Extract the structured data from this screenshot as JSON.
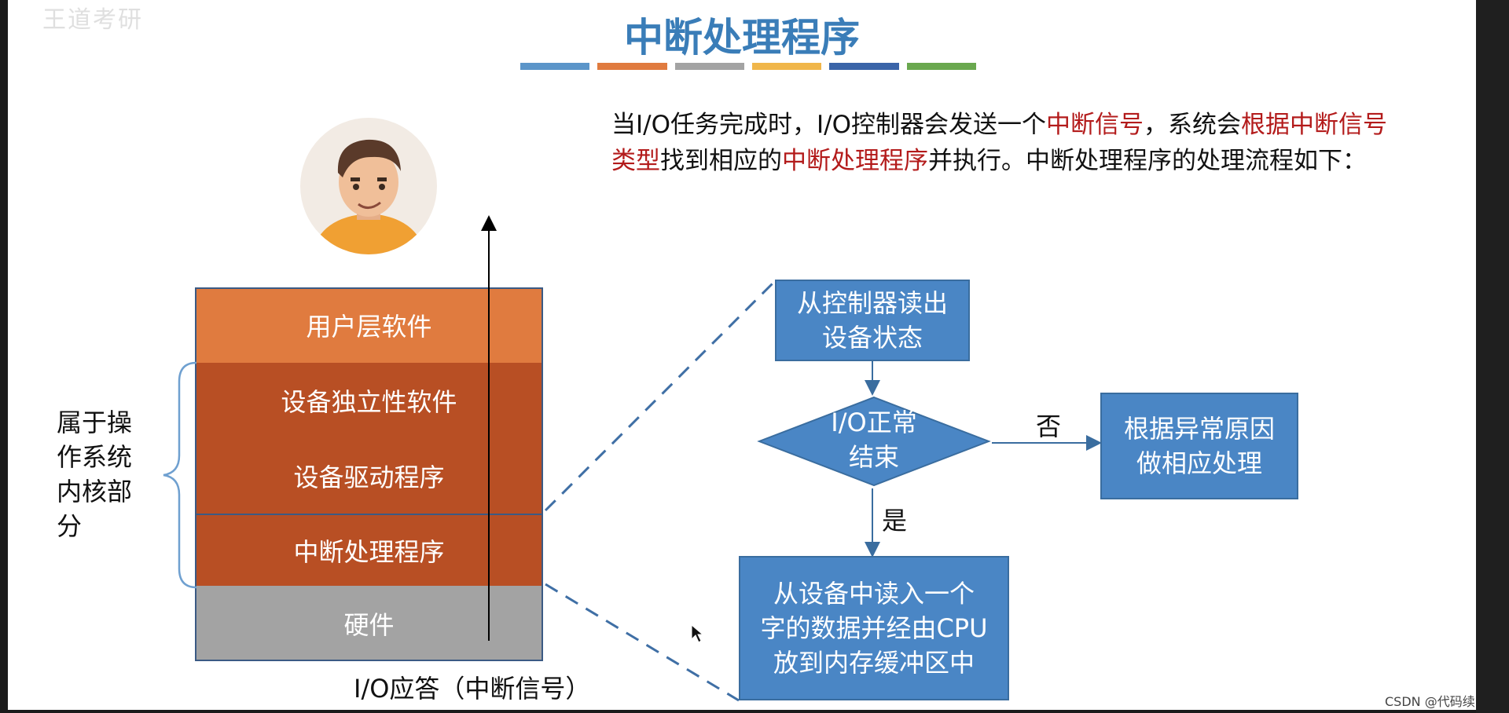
{
  "watermark": "王道考研",
  "title": "中断处理程序",
  "color_bars": [
    "#5b95c9",
    "#e07b3f",
    "#a3a3a3",
    "#f0b64a",
    "#3a64a8",
    "#6aa84f"
  ],
  "intro": {
    "p1": "当I/O任务完成时，I/O控制器会发送一个",
    "hl1": "中断信号",
    "p2": "，系统会",
    "hl2": "根据中断信号类型",
    "p3": "找到相应的",
    "hl3": "中断处理程序",
    "p4": "并执行。中断处理程序的处理流程如下："
  },
  "stack": {
    "user_layer": "用户层软件",
    "device_independent": "设备独立性软件",
    "device_driver": "设备驱动程序",
    "interrupt_handler": "中断处理程序",
    "hardware": "硬件"
  },
  "kernel_label": [
    "属于操",
    "作系统",
    "内核部",
    "分"
  ],
  "io_response": "I/O应答（中断信号）",
  "flow": {
    "step1": [
      "从控制器读出",
      "设备状态"
    ],
    "decision": [
      "I/O正常",
      "结束"
    ],
    "no_label": "否",
    "yes_label": "是",
    "abnormal": [
      "根据异常原因",
      "做相应处理"
    ],
    "step2": [
      "从设备中读入一个",
      "字的数据并经由CPU",
      "放到内存缓冲区中"
    ]
  },
  "footer_credit": "CSDN @代码续发",
  "colors": {
    "title": "#3a7db8",
    "highlight": "#b31b1b",
    "user_layer": "#e07b3f",
    "kernel_layer": "#b84f24",
    "hardware": "#a3a3a3",
    "flow_box": "#4a86c5"
  }
}
